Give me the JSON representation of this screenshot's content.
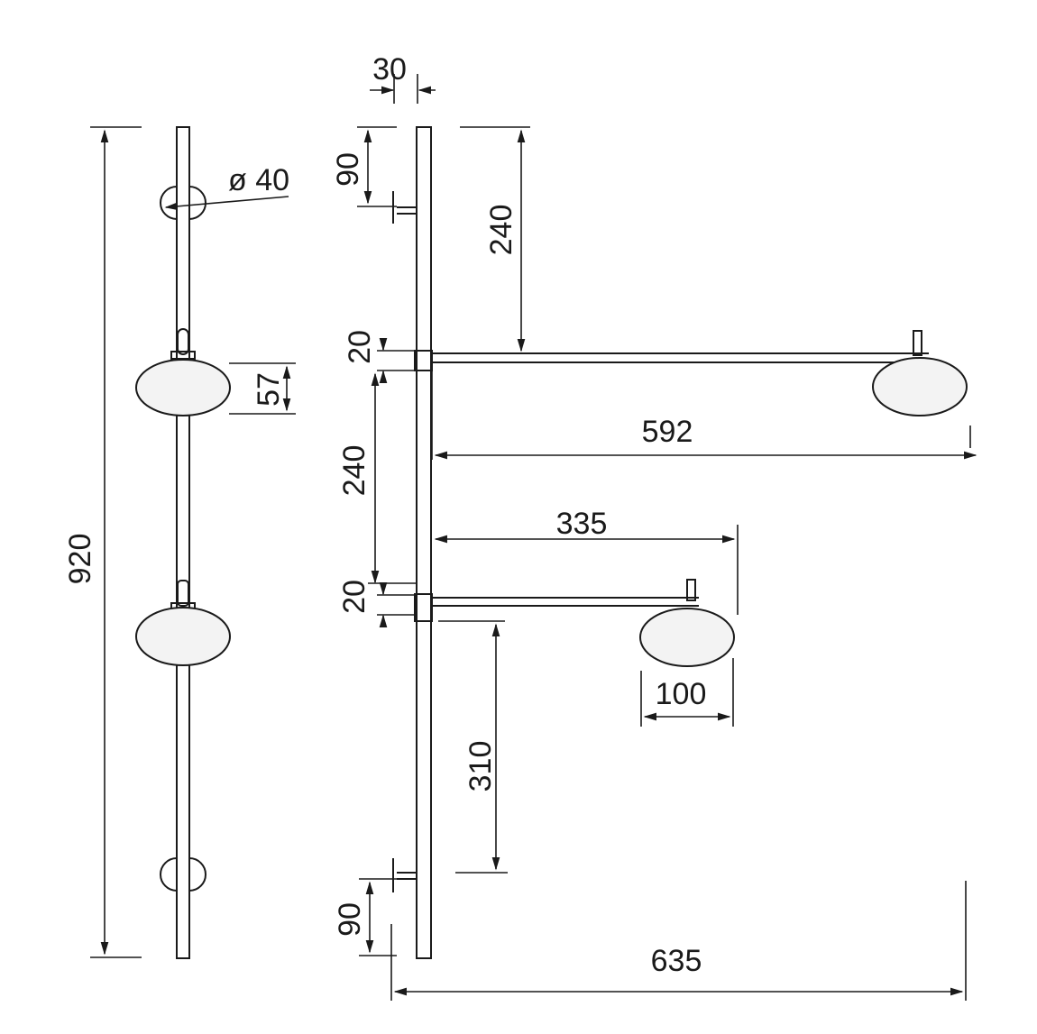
{
  "labels": {
    "overall_height": "920",
    "diameter": "ø 40",
    "shade_height": "57",
    "rod_width": "30",
    "top_offset": "90",
    "upper_arm_spacing": "240",
    "upper_gap": "20",
    "middle_spacing": "240",
    "lower_gap": "20",
    "long_arm_length": "592",
    "short_arm_length": "335",
    "shade_width": "100",
    "lower_spacing": "310",
    "bottom_offset": "90",
    "total_width": "635"
  }
}
